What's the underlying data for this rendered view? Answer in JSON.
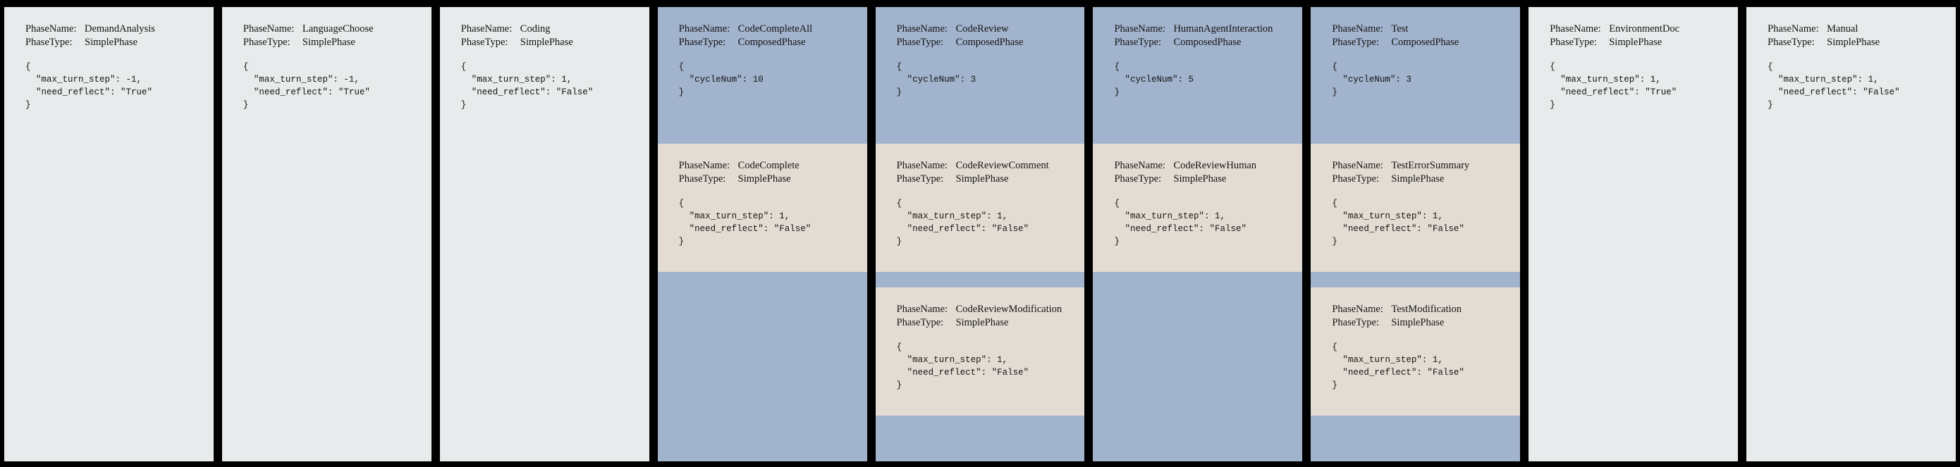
{
  "meta": {
    "background_color": "#000000",
    "simple_phase_color": "#e8ebeb",
    "composed_phase_color": "#a1b3cd",
    "nested_simple_phase_color": "#e3dcd3",
    "label_phase_name": "PhaseName:",
    "label_phase_type": "PhaseType:"
  },
  "cards": [
    {
      "kind": "simple",
      "phase_name": "DemandAnalysis",
      "phase_type": "SimplePhase",
      "config": "{\n  \"max_turn_step\": -1,\n  \"need_reflect\": \"True\"\n}"
    },
    {
      "kind": "simple",
      "phase_name": "LanguageChoose",
      "phase_type": "SimplePhase",
      "config": "{\n  \"max_turn_step\": -1,\n  \"need_reflect\": \"True\"\n}"
    },
    {
      "kind": "simple",
      "phase_name": "Coding",
      "phase_type": "SimplePhase",
      "config": "{\n  \"max_turn_step\": 1,\n  \"need_reflect\": \"False\"\n}"
    },
    {
      "kind": "composed",
      "phase_name": "CodeCompleteAll",
      "phase_type": "ComposedPhase",
      "config": "{\n  \"cycleNum\": 10\n}",
      "children": [
        {
          "phase_name": "CodeComplete",
          "phase_type": "SimplePhase",
          "config": "{\n  \"max_turn_step\": 1,\n  \"need_reflect\": \"False\"\n}"
        }
      ]
    },
    {
      "kind": "composed",
      "phase_name": "CodeReview",
      "phase_type": "ComposedPhase",
      "config": "{\n  \"cycleNum\": 3\n}",
      "children": [
        {
          "phase_name": "CodeReviewComment",
          "phase_type": "SimplePhase",
          "config": "{\n  \"max_turn_step\": 1,\n  \"need_reflect\": \"False\"\n}"
        },
        {
          "phase_name": "CodeReviewModification",
          "phase_type": "SimplePhase",
          "config": "{\n  \"max_turn_step\": 1,\n  \"need_reflect\": \"False\"\n}"
        }
      ]
    },
    {
      "kind": "composed",
      "phase_name": "HumanAgentInteraction",
      "phase_type": "ComposedPhase",
      "config": "{\n  \"cycleNum\": 5\n}",
      "children": [
        {
          "phase_name": "CodeReviewHuman",
          "phase_type": "SimplePhase",
          "config": "{\n  \"max_turn_step\": 1,\n  \"need_reflect\": \"False\"\n}"
        }
      ]
    },
    {
      "kind": "composed",
      "phase_name": "Test",
      "phase_type": "ComposedPhase",
      "config": "{\n  \"cycleNum\": 3\n}",
      "children": [
        {
          "phase_name": "TestErrorSummary",
          "phase_type": "SimplePhase",
          "config": "{\n  \"max_turn_step\": 1,\n  \"need_reflect\": \"False\"\n}"
        },
        {
          "phase_name": "TestModification",
          "phase_type": "SimplePhase",
          "config": "{\n  \"max_turn_step\": 1,\n  \"need_reflect\": \"False\"\n}"
        }
      ]
    },
    {
      "kind": "simple",
      "phase_name": "EnvironmentDoc",
      "phase_type": "SimplePhase",
      "config": "{\n  \"max_turn_step\": 1,\n  \"need_reflect\": \"True\"\n}"
    },
    {
      "kind": "simple",
      "phase_name": "Manual",
      "phase_type": "SimplePhase",
      "config": "{\n  \"max_turn_step\": 1,\n  \"need_reflect\": \"False\"\n}"
    }
  ]
}
